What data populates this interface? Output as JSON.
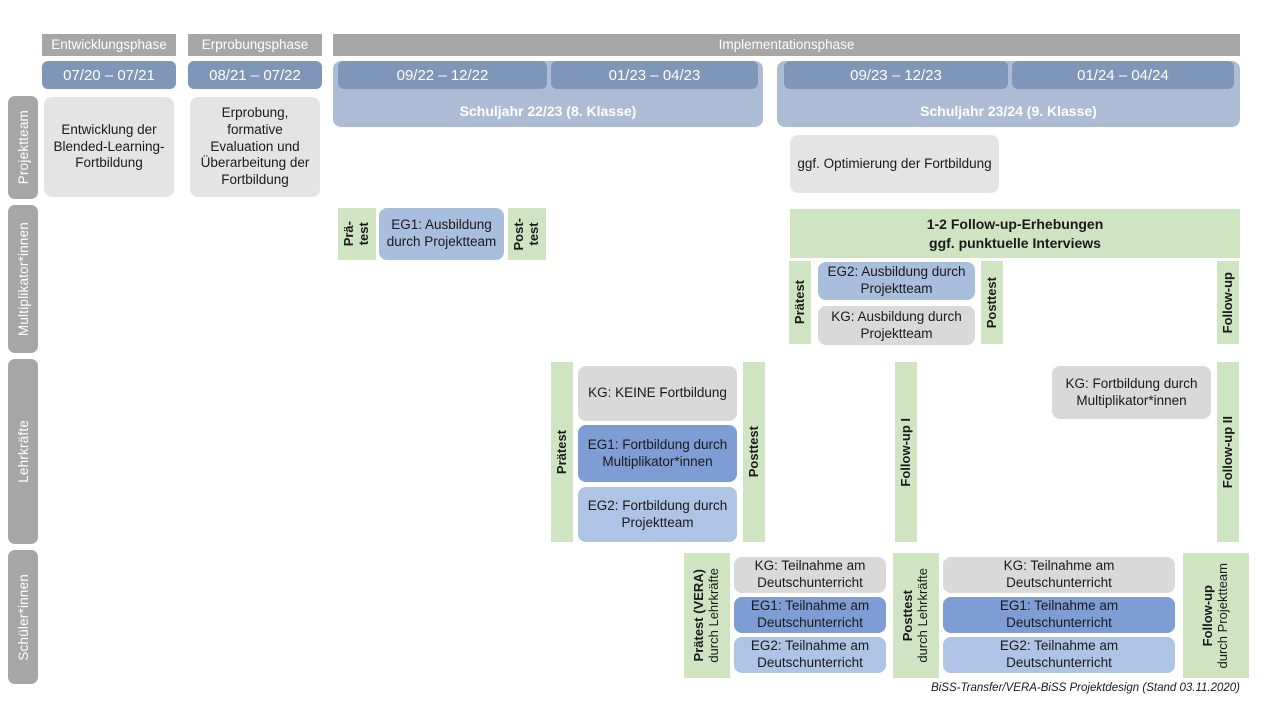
{
  "footer": {
    "text": "BiSS-Transfer/VERA-BiSS Projektdesign (Stand 03.11.2020)"
  },
  "colors": {
    "grey_header": "#a6a6a6",
    "period_blue": "#7e96b8",
    "schoolyear_blue": "#acbcd4",
    "green": "#cfe5c1",
    "box_grey": "#e4e4e4",
    "box_grey_dark": "#d9d9d9",
    "eg1_multi_blue": "#a8bedd",
    "eg1_dark_blue": "#7d9dd4",
    "eg2_light_blue": "#aec4e4"
  },
  "phases": [
    {
      "label": "Entwicklungsphase"
    },
    {
      "label": "Erprobungsphase"
    },
    {
      "label": "Implementationsphase"
    }
  ],
  "periods": [
    {
      "label": "07/20 – 07/21"
    },
    {
      "label": "08/21 – 07/22"
    },
    {
      "label": "09/22 – 12/22"
    },
    {
      "label": "01/23 – 04/23"
    },
    {
      "label": "09/23 – 12/23"
    },
    {
      "label": "01/24 – 04/24"
    }
  ],
  "schoolyears": [
    {
      "label": "Schuljahr 22/23 (8. Klasse)"
    },
    {
      "label": "Schuljahr 23/24 (9. Klasse)"
    }
  ],
  "rows": [
    {
      "label": "Projektteam"
    },
    {
      "label": "Multiplikator*innen"
    },
    {
      "label": "Lehrkräfte"
    },
    {
      "label": "Schüler*innen"
    }
  ],
  "projektteam": {
    "entwicklung": "Entwicklung der Blended-Learning-Fortbildung",
    "erprobung": "Erprobung, formative Evaluation und Überarbeitung der Fortbildung",
    "optimierung": "ggf. Optimierung der Fortbildung"
  },
  "multiplikator": {
    "praetest_1": "Prä-\ntest",
    "posttest_1": "Post-\ntest",
    "eg1": "EG1: Ausbildung durch Projektteam",
    "followup_banner_line1": "1-2 Follow-up-Erhebungen",
    "followup_banner_line2": "ggf. punktuelle Interviews",
    "praetest_2": "Prätest",
    "posttest_2": "Posttest",
    "eg2": "EG2: Ausbildung durch Projektteam",
    "kg": "KG: Ausbildung durch Projektteam",
    "followup": "Follow-up"
  },
  "lehrkraefte": {
    "praetest": "Prätest",
    "posttest": "Posttest",
    "kg_keine": "KG:  KEINE Fortbildung",
    "eg1": "EG1: Fortbildung durch Multiplikator*innen",
    "eg2": "EG2: Fortbildung durch Projektteam",
    "kg_fortbildung": "KG: Fortbildung durch Multiplikator*innen",
    "followup_1": "Follow-up I",
    "followup_2": "Follow-up II"
  },
  "schueler": {
    "praetest_bold": "Prätest (VERA)",
    "praetest_thin": "durch Lehrkräfte",
    "posttest_bold": "Posttest",
    "posttest_thin": "durch Lehrkräfte",
    "followup_bold": "Follow-up",
    "followup_thin": "durch Projektteam",
    "left": {
      "kg": "KG: Teilnahme am Deutschunterricht",
      "eg1": "EG1: Teilnahme am Deutschunterricht",
      "eg2": "EG2: Teilnahme am Deutschunterricht"
    },
    "right": {
      "kg": "KG: Teilnahme am Deutschunterricht",
      "eg1": "EG1: Teilnahme am Deutschunterricht",
      "eg2": "EG2: Teilnahme am Deutschunterricht"
    }
  }
}
